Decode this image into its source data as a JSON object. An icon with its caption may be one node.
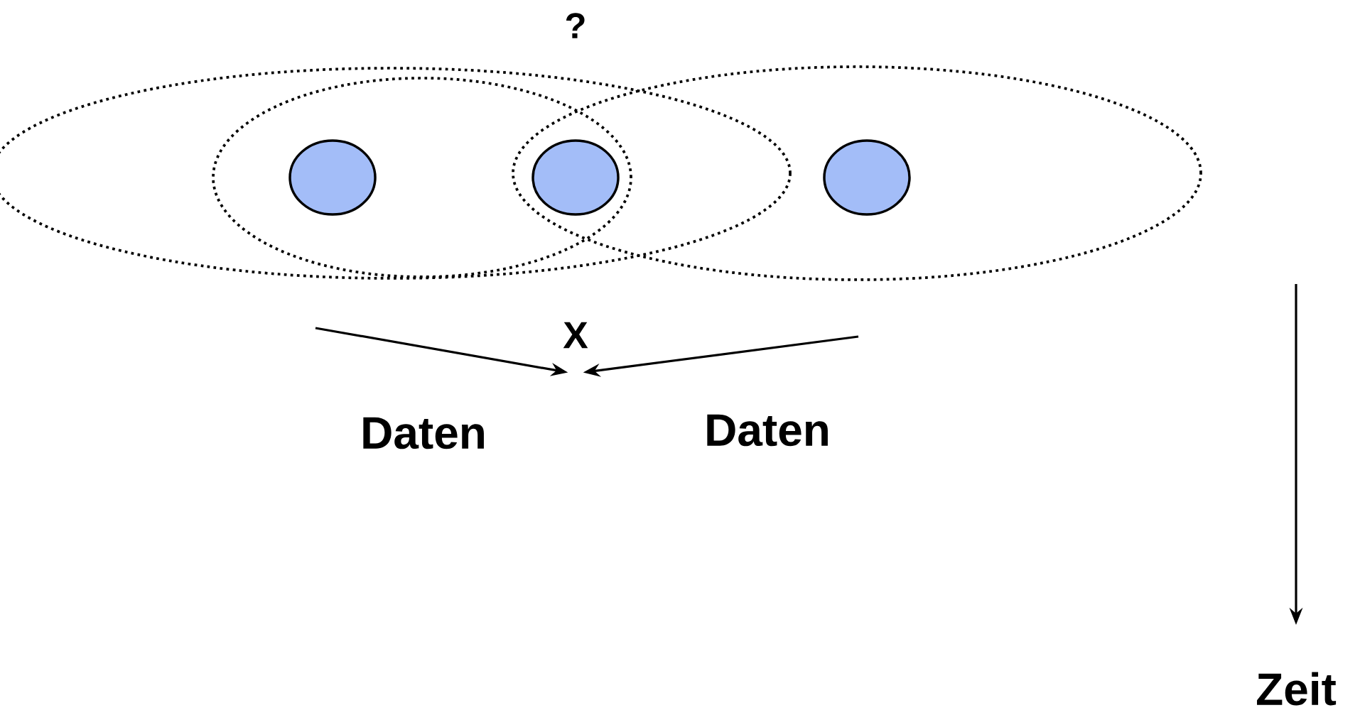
{
  "diagram": {
    "nodes": [
      {
        "text": [],
        "shape": "ellipse"
      },
      {
        "text": [],
        "shape": "ellipse",
        "in": 0
      },
      {
        "text": [],
        "shape": "ellipse"
      },
      {
        "text": [],
        "shape": "circle",
        "in": 1
      },
      {
        "text": [],
        "shape": "circle"
      },
      {
        "text": [],
        "shape": "circle",
        "in": 2
      },
      {
        "text": [
          "X"
        ]
      }
    ],
    "edges": [
      {
        "from": null,
        "to": 6,
        "arrow": "to",
        "label": "Daten"
      },
      {
        "from": null,
        "to": 6,
        "arrow": "to",
        "label": "Daten"
      }
    ],
    "labels": [
      "?",
      "Zeit"
    ]
  }
}
